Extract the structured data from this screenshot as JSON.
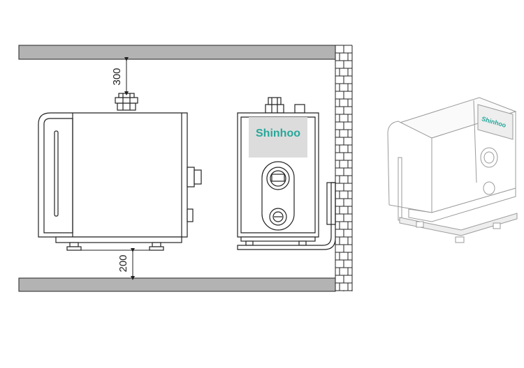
{
  "diagram": {
    "brand": "Shinhoo",
    "dimensions": {
      "top_clearance": "300",
      "bottom_clearance": "200"
    },
    "colors": {
      "line": "#222222",
      "wall_fill": "#b3b3b3",
      "brand_panel": "#dcdcdc",
      "brand_text": "#27a79a",
      "iso_line": "#9a9a9a"
    }
  }
}
